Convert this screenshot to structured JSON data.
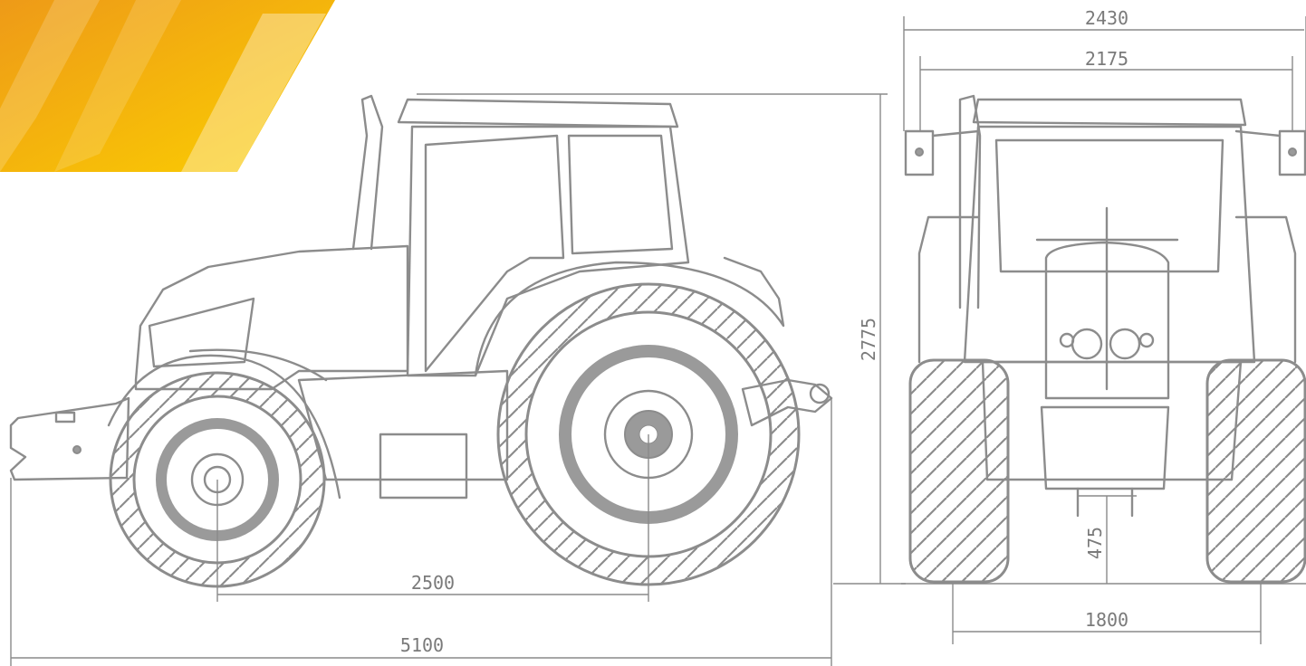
{
  "dimensions": {
    "overall_width": "2430",
    "track_width": "2175",
    "height": "2775",
    "wheelbase": "2500",
    "overall_length": "5100",
    "ground_clearance": "475",
    "wheel_track": "1800"
  },
  "colors": {
    "banner_orange": "#f0a020",
    "banner_yellow": "#f9c400",
    "drawing_gray": "#8c8c8c"
  }
}
